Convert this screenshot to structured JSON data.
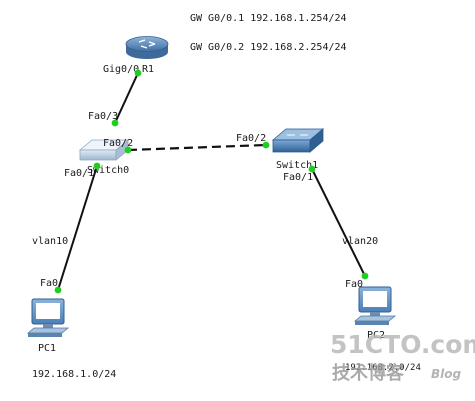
{
  "gateway_notes": [
    "GW G0/0.1 192.168.1.254/24",
    "GW G0/0.2 192.168.2.254/24"
  ],
  "devices": {
    "router": {
      "name": "R1",
      "port": "Gig0/0"
    },
    "switch0": {
      "name": "Switch0",
      "port_up": "Fa0/3",
      "port_trunk": "Fa0/2",
      "port_down": "Fa0/1"
    },
    "switch1": {
      "name": "Switch1",
      "port_trunk": "Fa0/2",
      "port_down": "Fa0/1"
    },
    "pc1": {
      "name": "PC1",
      "port": "Fa0",
      "vlan": "vlan10",
      "network": "192.168.1.0/24"
    },
    "pc2": {
      "name": "PC2",
      "port": "Fa0",
      "vlan": "vlan20",
      "network": "192.168.2.0/24"
    }
  },
  "watermark": {
    "main": "51CTO.com",
    "sub": "技术博客",
    "blog": "Blog"
  },
  "colors": {
    "link": "#111111",
    "port_dot": "#1fcf1f",
    "device_blue": "#4a7fb7",
    "watermark": "#b9b9b9"
  }
}
